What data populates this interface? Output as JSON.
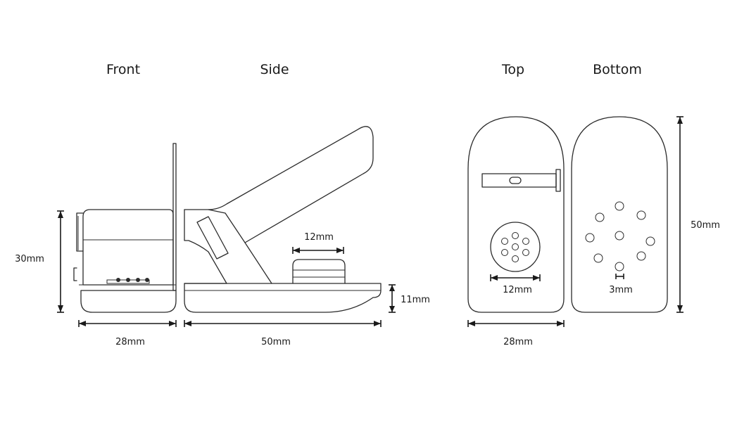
{
  "views": {
    "front": "Front",
    "side": "Side",
    "top": "Top",
    "bottom": "Bottom"
  },
  "dimensions": {
    "front_height": "30mm",
    "front_width": "28mm",
    "side_length": "50mm",
    "side_button_width": "12mm",
    "side_height": "11mm",
    "top_speaker": "12mm",
    "top_width": "28mm",
    "bottom_hole": "3mm",
    "bottom_length": "50mm"
  }
}
